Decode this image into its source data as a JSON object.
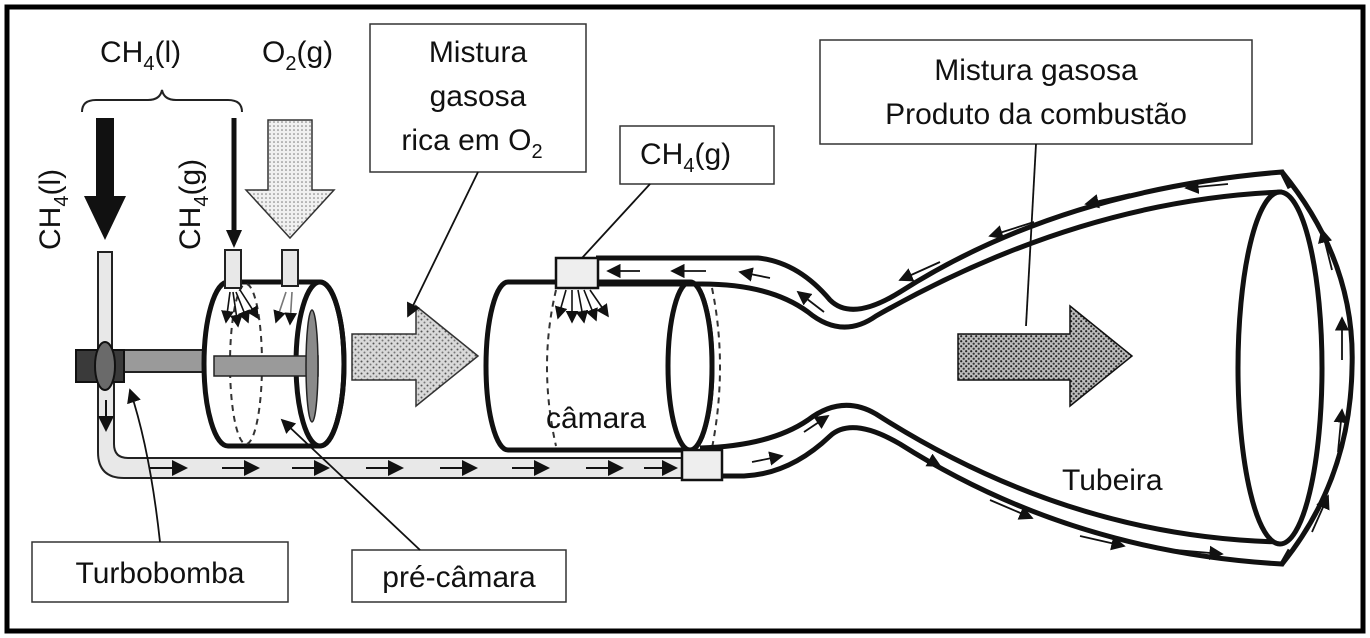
{
  "labels": {
    "ch4_liquid_top": "CH",
    "ch4_liquid_top_sub": "4",
    "ch4_liquid_top_state": "(l)",
    "o2_gas": "O",
    "o2_gas_sub": "2",
    "o2_gas_state": "(g)",
    "ch4_liquid_side": "CH",
    "ch4_liquid_side_sub": "4",
    "ch4_liquid_side_state": "(l)",
    "ch4_gas_side": "CH",
    "ch4_gas_side_sub": "4",
    "ch4_gas_side_state": "(g)",
    "mix_o2_line1": "Mistura",
    "mix_o2_line2": "gasosa",
    "mix_o2_line3": "rica em O",
    "mix_o2_line3_sub": "2",
    "ch4_gas_box": "CH",
    "ch4_gas_box_sub": "4",
    "ch4_gas_box_state": "(g)",
    "combustion_line1": "Mistura gasosa",
    "combustion_line2": "Produto da combustão",
    "camara": "câmara",
    "tubeira": "Tubeira",
    "turbobomba": "Turbobomba",
    "pre_camara": "pré-câmara"
  },
  "colors": {
    "ink": "#111111",
    "pipe_fill": "#e8e8e8",
    "shaft_fill": "#9a9a9a",
    "pump_fill": "#3a3a3a"
  }
}
